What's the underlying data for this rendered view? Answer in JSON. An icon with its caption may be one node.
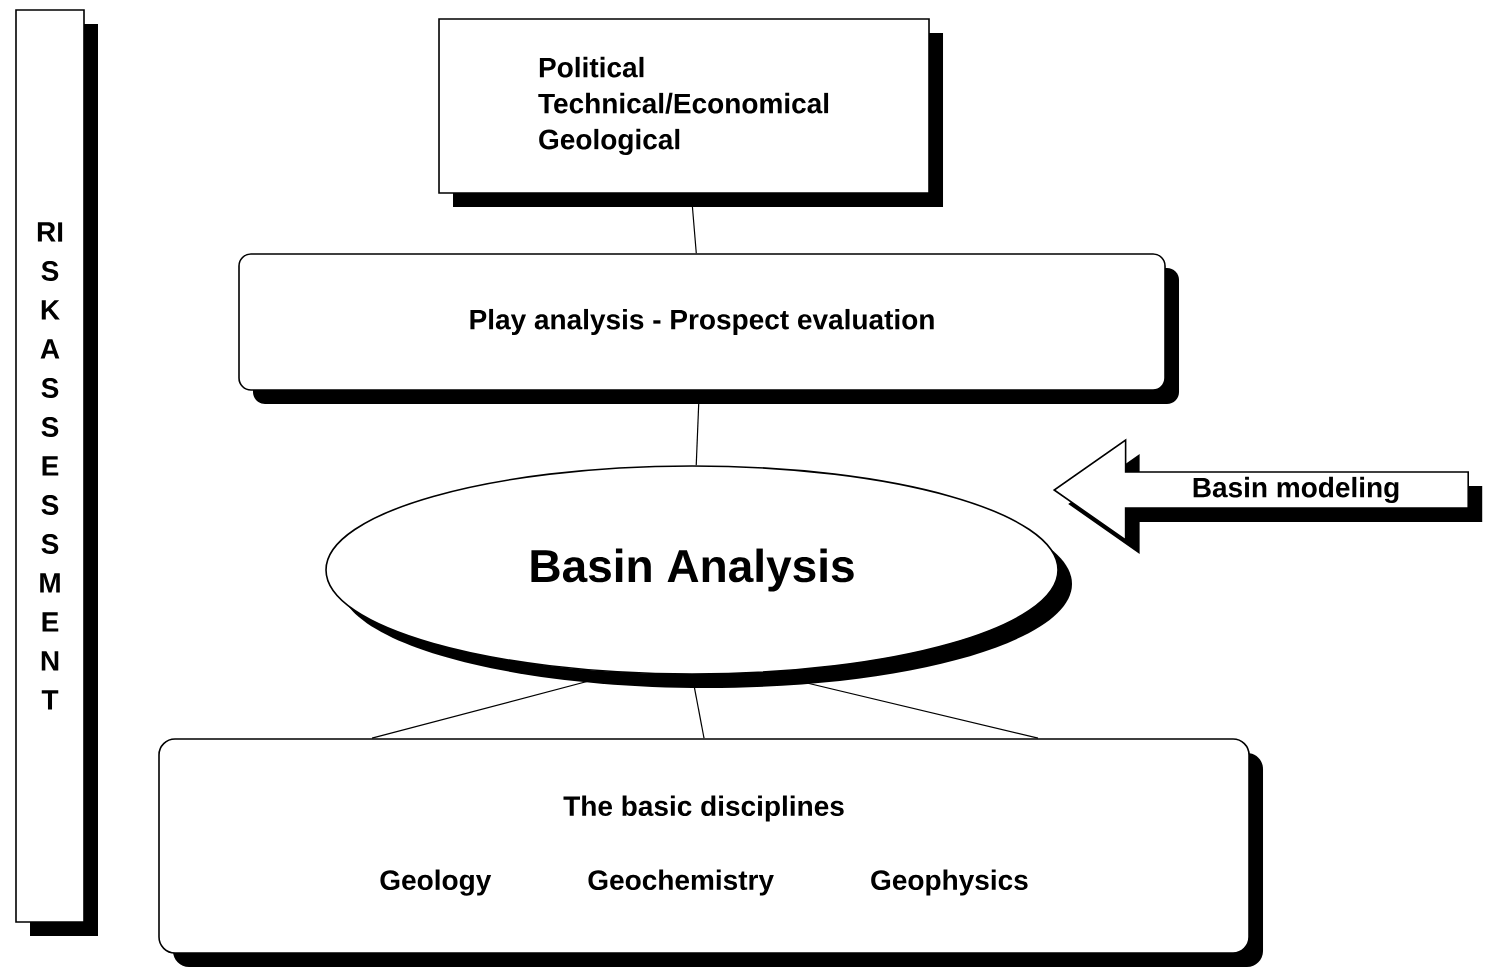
{
  "diagram": {
    "nodes": [
      {
        "text": [
          "RISK ASSESSMENT"
        ]
      },
      {
        "text": [
          "Political",
          "Technical/Economical",
          "Geological"
        ]
      },
      {
        "text": [
          "Play analysis  -  Prospect evaluation"
        ]
      },
      {
        "text": [
          "Basin Analysis"
        ]
      },
      {
        "text": [
          "The basic disciplines",
          "Geology",
          "Geochemistry",
          "Geophysics"
        ]
      },
      {
        "text": [
          "Basin modeling"
        ]
      }
    ],
    "edges": [
      {
        "from": 1,
        "to": 2,
        "arrow": "none"
      },
      {
        "from": 2,
        "to": 3,
        "arrow": "none"
      },
      {
        "from": 3,
        "to": 4,
        "arrow": "none"
      },
      {
        "from": 3,
        "to": 4,
        "arrow": "none"
      },
      {
        "from": 3,
        "to": 4,
        "arrow": "none"
      }
    ]
  }
}
